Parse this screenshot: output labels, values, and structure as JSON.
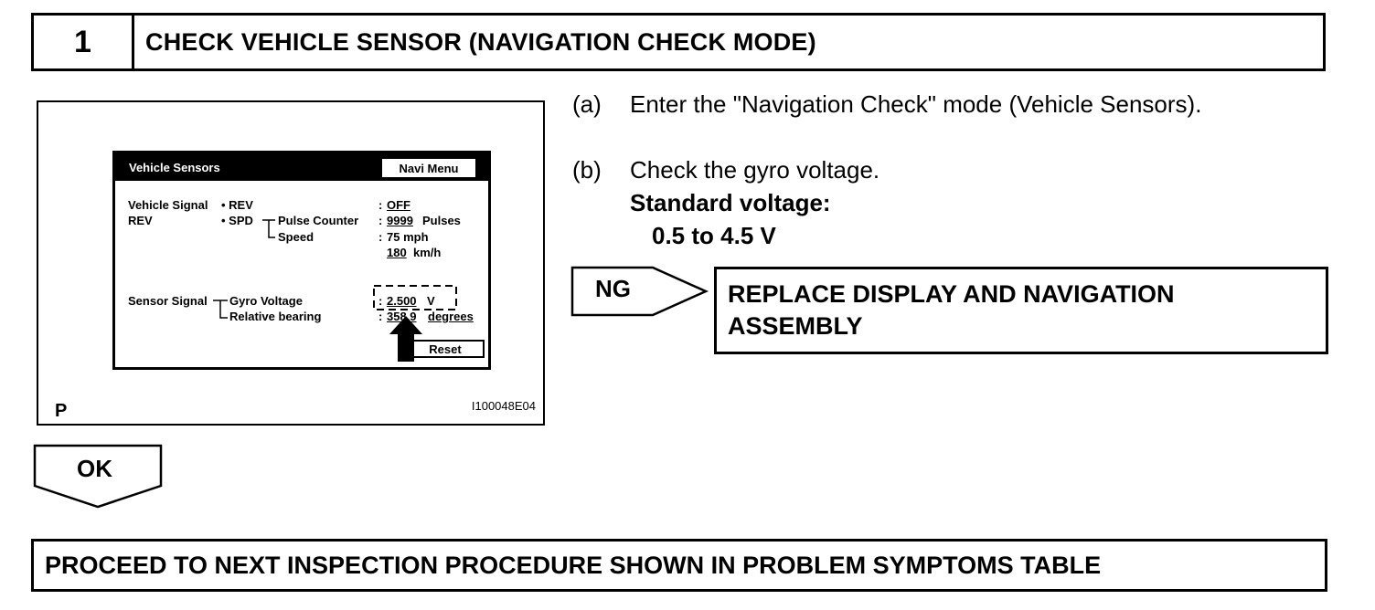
{
  "step": {
    "number": "1",
    "title": "CHECK VEHICLE SENSOR (NAVIGATION CHECK MODE)"
  },
  "figure": {
    "corner_label": "P",
    "image_id": "I100048E04",
    "screen": {
      "title": "Vehicle Sensors",
      "navi_menu_label": "Navi Menu",
      "vehicle_signal_label": "Vehicle Signal",
      "rev_label": "REV",
      "bullet_rev": "• REV",
      "bullet_spd": "• SPD",
      "pulse_counter_label": "Pulse Counter",
      "speed_label": "Speed",
      "rev_value": "OFF",
      "pulse_value": "9999",
      "pulse_unit": "Pulses",
      "speed_mph_value": "75 mph",
      "speed_kmh_value": "180",
      "speed_kmh_unit": "km/h",
      "sensor_signal_label": "Sensor Signal",
      "gyro_voltage_label": "Gyro Voltage",
      "relative_bearing_label": "Relative bearing",
      "gyro_value": "2.500",
      "gyro_unit": "V",
      "bearing_value": "358.9",
      "bearing_unit": "degrees",
      "colon": ":",
      "reset_label": "Reset"
    }
  },
  "instructions": {
    "a_marker": "(a)",
    "a_text": "Enter the \"Navigation Check\" mode (Vehicle Sensors).",
    "b_marker": "(b)",
    "b_text": "Check the gyro voltage.",
    "standard_label": "Standard voltage:",
    "standard_value": "0.5 to 4.5 V"
  },
  "ng": {
    "label": "NG",
    "result_line1": "REPLACE DISPLAY AND NAVIGATION",
    "result_line2": "ASSEMBLY"
  },
  "ok": {
    "label": "OK"
  },
  "proceed": {
    "text": "PROCEED TO NEXT INSPECTION PROCEDURE SHOWN IN PROBLEM SYMPTOMS TABLE"
  }
}
